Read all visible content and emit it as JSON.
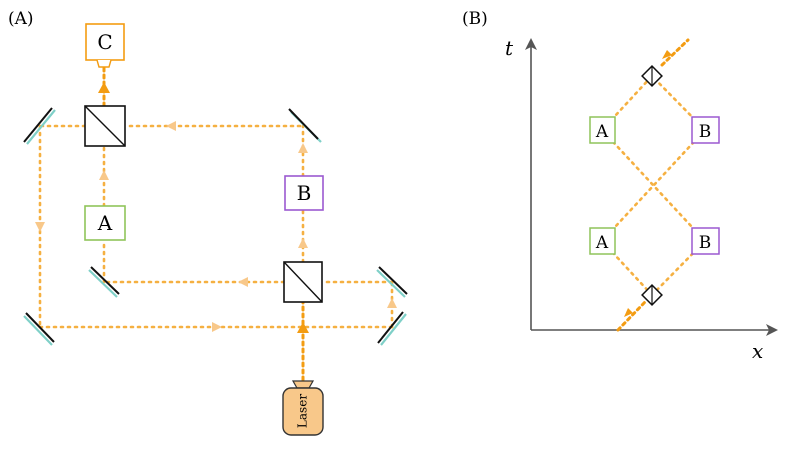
{
  "panels": {
    "left_label": "(A)",
    "right_label": "(B)"
  },
  "setup": {
    "laser_label": "Laser",
    "detector_label": "C",
    "device_a_label": "A",
    "device_b_label": "B"
  },
  "spacetime": {
    "t_axis_label": "t",
    "x_axis_label": "x",
    "upper_a_label": "A",
    "upper_b_label": "B",
    "lower_a_label": "A",
    "lower_b_label": "B"
  },
  "colors": {
    "beam": "#f5b041",
    "beam_strong": "#f39c12",
    "laser_fill": "#f8c88a",
    "box_a": "#8fc45a",
    "box_b": "#9b59d0",
    "box_c": "#f39c12",
    "mirror_hatch": "#7fd0c8",
    "axis": "#444444"
  }
}
